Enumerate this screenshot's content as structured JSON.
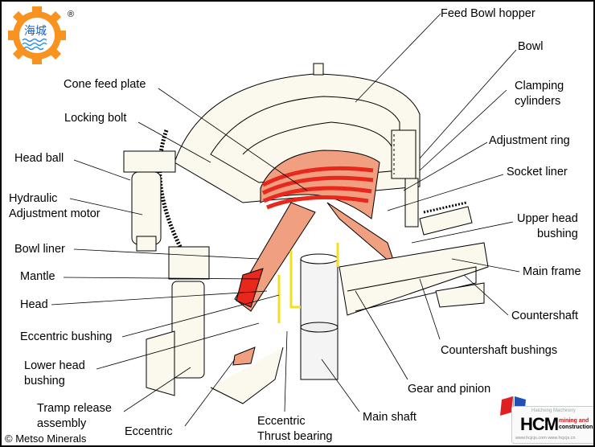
{
  "title": "Cone crusher cutaway diagram",
  "labels": {
    "feed_bowl_hopper": "Feed Bowl hopper",
    "bowl": "Bowl",
    "clamping_cylinders": "Clamping\ncylinders",
    "adjustment_ring": "Adjustment ring",
    "socket_liner": "Socket liner",
    "upper_head_bushing": "Upper head\nbushing",
    "main_frame": "Main frame",
    "countershaft": "Countershaft",
    "countershaft_bushings": "Countershaft bushings",
    "gear_and_pinion": "Gear and pinion",
    "main_shaft": "Main shaft",
    "eccentric_thrust_bearing": "Eccentric\nThrust bearing",
    "eccentric": "Eccentric",
    "tramp_release_assembly": "Tramp release\nassembly",
    "lower_head_bushing": "Lower head\nbushing",
    "eccentric_bushing": "Eccentric bushing",
    "head": "Head",
    "mantle": "Mantle",
    "bowl_liner": "Bowl liner",
    "hydraulic_adjustment_motor": "Hydraulic\nAdjustment motor",
    "head_ball": "Head ball",
    "locking_bolt": "Locking bolt",
    "cone_feed_plate": "Cone feed plate"
  },
  "copyright": "© Metso Minerals",
  "logo": {
    "text": "海城",
    "registered": "®",
    "colors": {
      "gear": "#f7931e",
      "water": "#2a8fe0",
      "text": "#1a5fc0"
    }
  },
  "hcm_badge": {
    "subtitle": "Haicheng Machinery",
    "name": "HCM",
    "line1": "mining and",
    "line2": "construction",
    "urls": "www.hcjcjs.com  www.hcjcjs.cn",
    "colors": {
      "accent": "#d01818",
      "flag_red": "#e02020",
      "flag_blue": "#2050b0"
    }
  },
  "colors": {
    "liner_red": "#e8281c",
    "liner_salmon": "#f0a080",
    "bushing_yellow": "#f0e020",
    "body_cream": "#fbf8ee",
    "outline": "#000000"
  }
}
